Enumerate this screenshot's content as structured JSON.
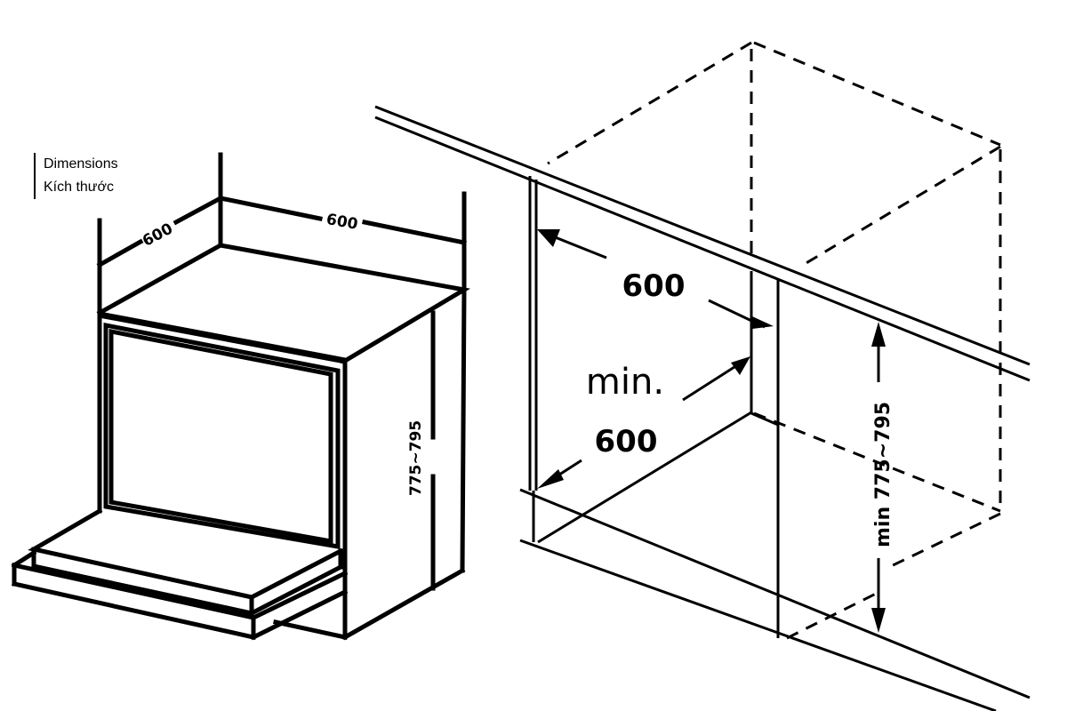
{
  "legend": {
    "title_en": "Dimensions",
    "title_vi": "Kích thước"
  },
  "oven": {
    "depth_label": "600",
    "width_label": "600",
    "height_label": "775~795"
  },
  "cabinet": {
    "top_width_label": "600",
    "min_prefix": "min.",
    "min_width_label": "600",
    "height_label": "min 775~795"
  },
  "colors": {
    "line": "#000000",
    "background": "#ffffff"
  }
}
